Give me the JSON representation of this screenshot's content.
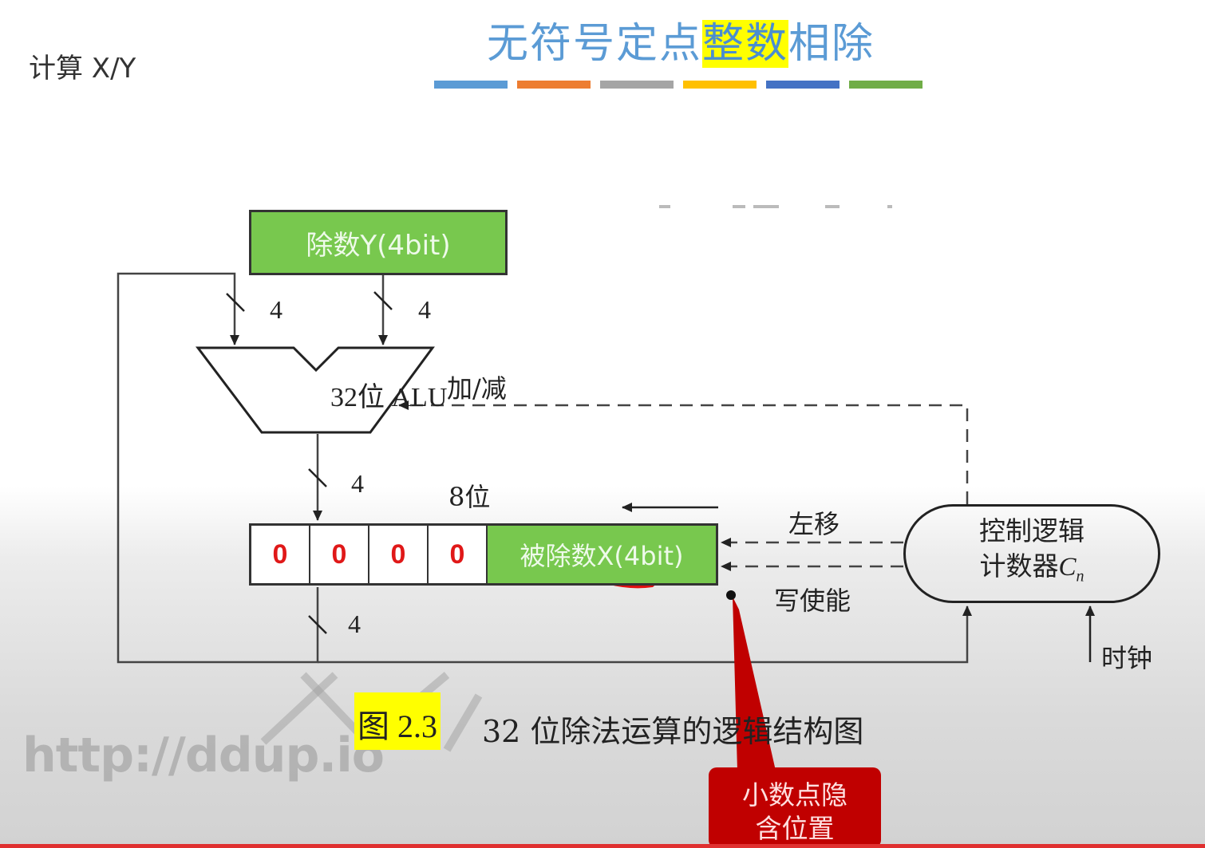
{
  "header": {
    "calc_label": "计算 X/Y",
    "title_plain": "无符号定点",
    "title_highlight": "整数",
    "title_rest": "相除",
    "color_bars": [
      "#5b9bd5",
      "#ed7d31",
      "#a5a5a5",
      "#ffc000",
      "#4472c4",
      "#70ad47"
    ]
  },
  "diagram": {
    "divisor_label": "除数Y(4bit)",
    "alu_label": "32位 ALU",
    "bus_width_labels": [
      "4",
      "4",
      "4",
      "4"
    ],
    "add_sub_label": "加/减",
    "register_width_label": "8位",
    "shift_left_label": "左移",
    "write_enable_label": "写使能",
    "remainder_bits": [
      "0",
      "0",
      "0",
      "0"
    ],
    "dividend_label": "被除数X(4bit)",
    "control_line1": "控制逻辑",
    "control_line2": "计数器",
    "control_counter": "C",
    "control_counter_sub": "n",
    "clock_label": "时钟"
  },
  "caption": {
    "figure_number": "图 2.3",
    "text": "32 位除法运算的逻辑结构图"
  },
  "callout": {
    "line1": "小数点隐",
    "line2": "含位置"
  },
  "watermark": "http://ddup.io"
}
